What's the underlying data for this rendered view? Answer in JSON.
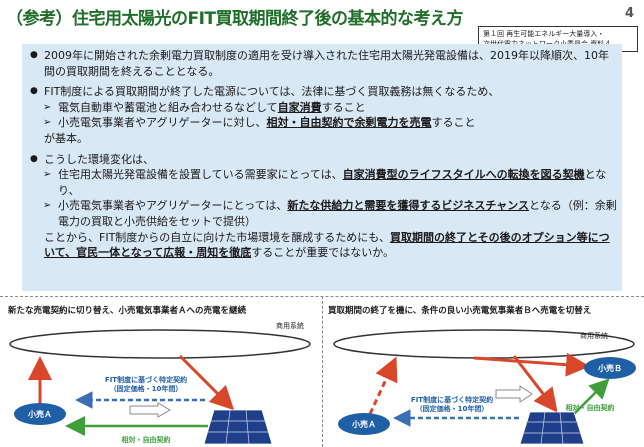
{
  "header": {
    "title": "（参考）住宅用太陽光のFIT買取期間終了後の基本的な考え方",
    "page_number": "4",
    "source": [
      "第１回 再生可能エネルギー大量導入・",
      "次世代電力ネットワーク小委員会 資料４"
    ]
  },
  "body": {
    "p1": "2009年に開始された余剰電力買取制度の適用を受け導入された住宅用太陽光発電設備は、2019年以降順次、10年間の買取期間を終えることとなる。",
    "p2": "FIT制度による買取期間が終了した電源については、法律に基づく買取義務は無くなるため、",
    "p2s1_a": "電気自動車や蓄電池と組み合わせるなどして",
    "p2s1_b": "自家消費",
    "p2s1_c": "すること",
    "p2s2_a": "小売電気事業者やアグリゲーターに対し、",
    "p2s2_b": "相対・自由契約で余剰電力を売電",
    "p2s2_c": "すること",
    "p2_end": "が基本。",
    "p3": "こうした環境変化は、",
    "p3s1_a": "住宅用太陽光発電設備を設置している需要家にとっては、",
    "p3s1_b": "自家消費型のライフスタイルへの転換を図る契機",
    "p3s1_c": "となり、",
    "p3s2_a": "小売電気事業者やアグリゲーターにとっては、",
    "p3s2_b": "新たな供給力と需要を獲得するビジネスチャンス",
    "p3s2_c": "となる（例：余剰電力の買取と小売供給をセットで提供）",
    "p4_a": "ことから、FIT制度からの自立に向けた市場環境を醸成するためにも、",
    "p4_b": "買取期間の終了とその後のオプション等について、官民一体となって広報・周知を徹底",
    "p4_c": "することが重要ではないか。"
  },
  "diagrams": {
    "left": {
      "caption": "新たな売電契約に切り替え、小売電気事業者Ａへの売電を継続",
      "grid_label": "商用系統",
      "retailer": "小売Ａ",
      "fit_label": [
        "FIT制度に基づく特定契約",
        "（固定価格・10年間）"
      ],
      "free_label": "相対・自由契約"
    },
    "right": {
      "caption": "買取期間の終了を機に、条件の良い小売電気事業者Ｂへ売電を切替え",
      "grid_label": "商用系統",
      "retailer_a": "小売Ａ",
      "retailer_b": "小売Ｂ",
      "fit_label": [
        "FIT制度に基づく特定契約",
        "（固定価格・10年間）"
      ],
      "free_label": "相対・自由契約"
    }
  },
  "colors": {
    "title": "#1f6e2a",
    "box": "#d9e8f5",
    "retailer": "#1f5fa6",
    "arrow": "#d9472b",
    "free": "#3e9e3a",
    "fit": "#3a6fb5"
  }
}
